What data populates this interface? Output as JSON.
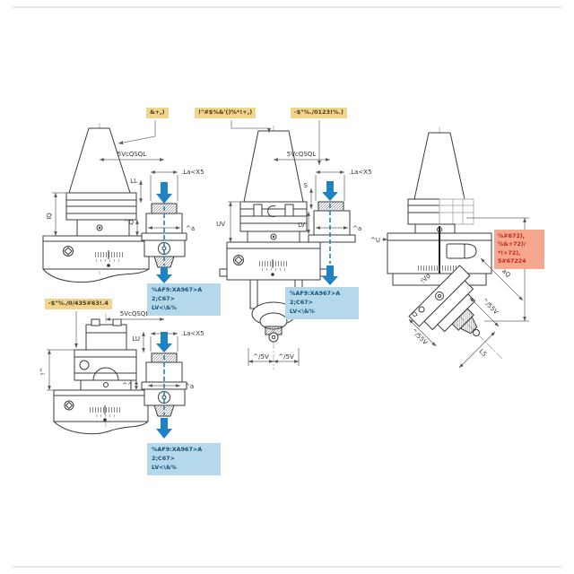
{
  "page": {
    "background": "#ffffff"
  },
  "colors": {
    "line": "#3b3b3b",
    "dim_line": "#666666",
    "accent_blue": "#1d83c4",
    "note_bg": "#f2d58d",
    "note_text": "#453a1d",
    "blue_box_bg": "#b5d9ea",
    "blue_box_text": "#15537b",
    "red_box_bg": "#f5a88d",
    "red_box_text": "#c6241c"
  },
  "callouts": {
    "note1": "&+,)",
    "note2": "!\"#$%&'()%*!+,)",
    "note3": "-$\"%./0123!%.)",
    "note4": "-$\"%./0/435#63!.4",
    "blue_box": {
      "line1": "%AF9:XA967>A",
      "line2": "2;C67>",
      "line3": "LV<\\&%"
    },
    "red_box": {
      "line1": "%#672),",
      "line2": "%&+72)/",
      "line3": "*!+72),",
      "line4": "5#67224"
    }
  },
  "drawing1": {
    "dims": {
      "gauge": "5VcQSQL",
      "pilot": ".La<X5",
      "ll": "LL",
      "iq": "IQ",
      "hq": "^Q",
      "ha": "^a"
    }
  },
  "drawing2": {
    "dims": {
      "gauge": "5VcQSQL",
      "pilot": ".La<X5",
      "s": "S",
      "uv": "UV",
      "lv": "LV",
      "ha": "^a",
      "half_left": "^/5V",
      "half_right": "^/5V"
    }
  },
  "drawing3": {
    "dims": {
      "hu": "^U",
      "aq": "aQ",
      "diag_upper": "^/55V",
      "diag_lower": "^/55V",
      "l5": "L5",
      "pivot": "!Vd",
      "q": "Q"
    }
  },
  "drawing4": {
    "dims": {
      "gauge": "5VcQSQL",
      "lu": "LU",
      "pilot": ".La<X5",
      "ia": "!^",
      "aa": "^^",
      "ha": "^a"
    }
  }
}
